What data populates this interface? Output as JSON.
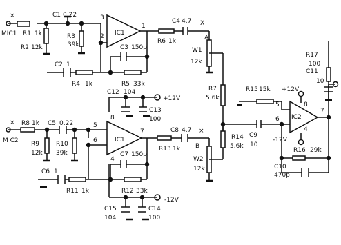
{
  "schematic": {
    "labels": {
      "mic1": "MIC1",
      "mic2": "M C2",
      "r1": "R1",
      "r1_val": "1k",
      "r2": "R2",
      "r2_val": "12k",
      "c1": "C1",
      "c1_val": "0.22",
      "r3": "R3",
      "r3_val": "39k",
      "ic1_top": "IC1",
      "pin3": "3",
      "pin2": "2",
      "pin1": "1",
      "c4": "C4",
      "c4_val": "4.7",
      "r6": "R6",
      "r6_val": "1k",
      "x_point": "X",
      "a_point": "A",
      "c3": "C3",
      "c3_val": "150p",
      "c2": "C2",
      "c2_val": "1",
      "r4": "R4",
      "r4_val": "1k",
      "r5": "R5",
      "r5_val": "33k",
      "w1": "W1",
      "w1_val": "12k",
      "r7": "R7",
      "r7_val": "5.6k",
      "c12": "C12",
      "c12_val": "104",
      "plus12v_top": "+12V",
      "c13": "C13",
      "c13_val": "100",
      "r15": "R15",
      "r15_val": "15k",
      "plus12v_right": "+12V",
      "c11": "C11",
      "c11_val": "10",
      "r17": "R17",
      "r17_val": "100",
      "ic2": "IC2",
      "pin5_ic2": "5",
      "pin6_ic2": "6",
      "pin7_ic2": "7",
      "pin8_ic2": "8",
      "pin4_ic2": "4",
      "minus12v_ic2": "-12V",
      "r8": "R8",
      "r8_val": "1k",
      "c5": "C5",
      "c5_val": "0.22",
      "r9": "R9",
      "r9_val": "12k",
      "r10": "R10",
      "r10_val": "39k",
      "ic1_bottom": "IC1",
      "pin5_b": "5",
      "pin6_b": "6",
      "pin8_b": "8",
      "pin4_b": "4",
      "pin7_b": "7",
      "c8": "C8",
      "c8_val": "4.7",
      "r13": "R13",
      "r13_val": "1k",
      "b_point": "B",
      "r14": "R14",
      "r14_val": "5.6k",
      "c9": "C9",
      "c9_val": "10",
      "r16": "R16",
      "r16_val": "29k",
      "c7": "C7",
      "c7_val": "150p",
      "w2": "W2",
      "w2_val": "12k",
      "c10": "C10",
      "c10_val": "470p",
      "c6": "C6",
      "c6_val": "1",
      "r11": "R11",
      "r11_val": "1k",
      "r12": "R12",
      "r12_val": "33k",
      "minus12v_bottom": "-12V",
      "c15": "C15",
      "c15_val": "104",
      "c14": "C14",
      "c14_val": "100"
    }
  }
}
